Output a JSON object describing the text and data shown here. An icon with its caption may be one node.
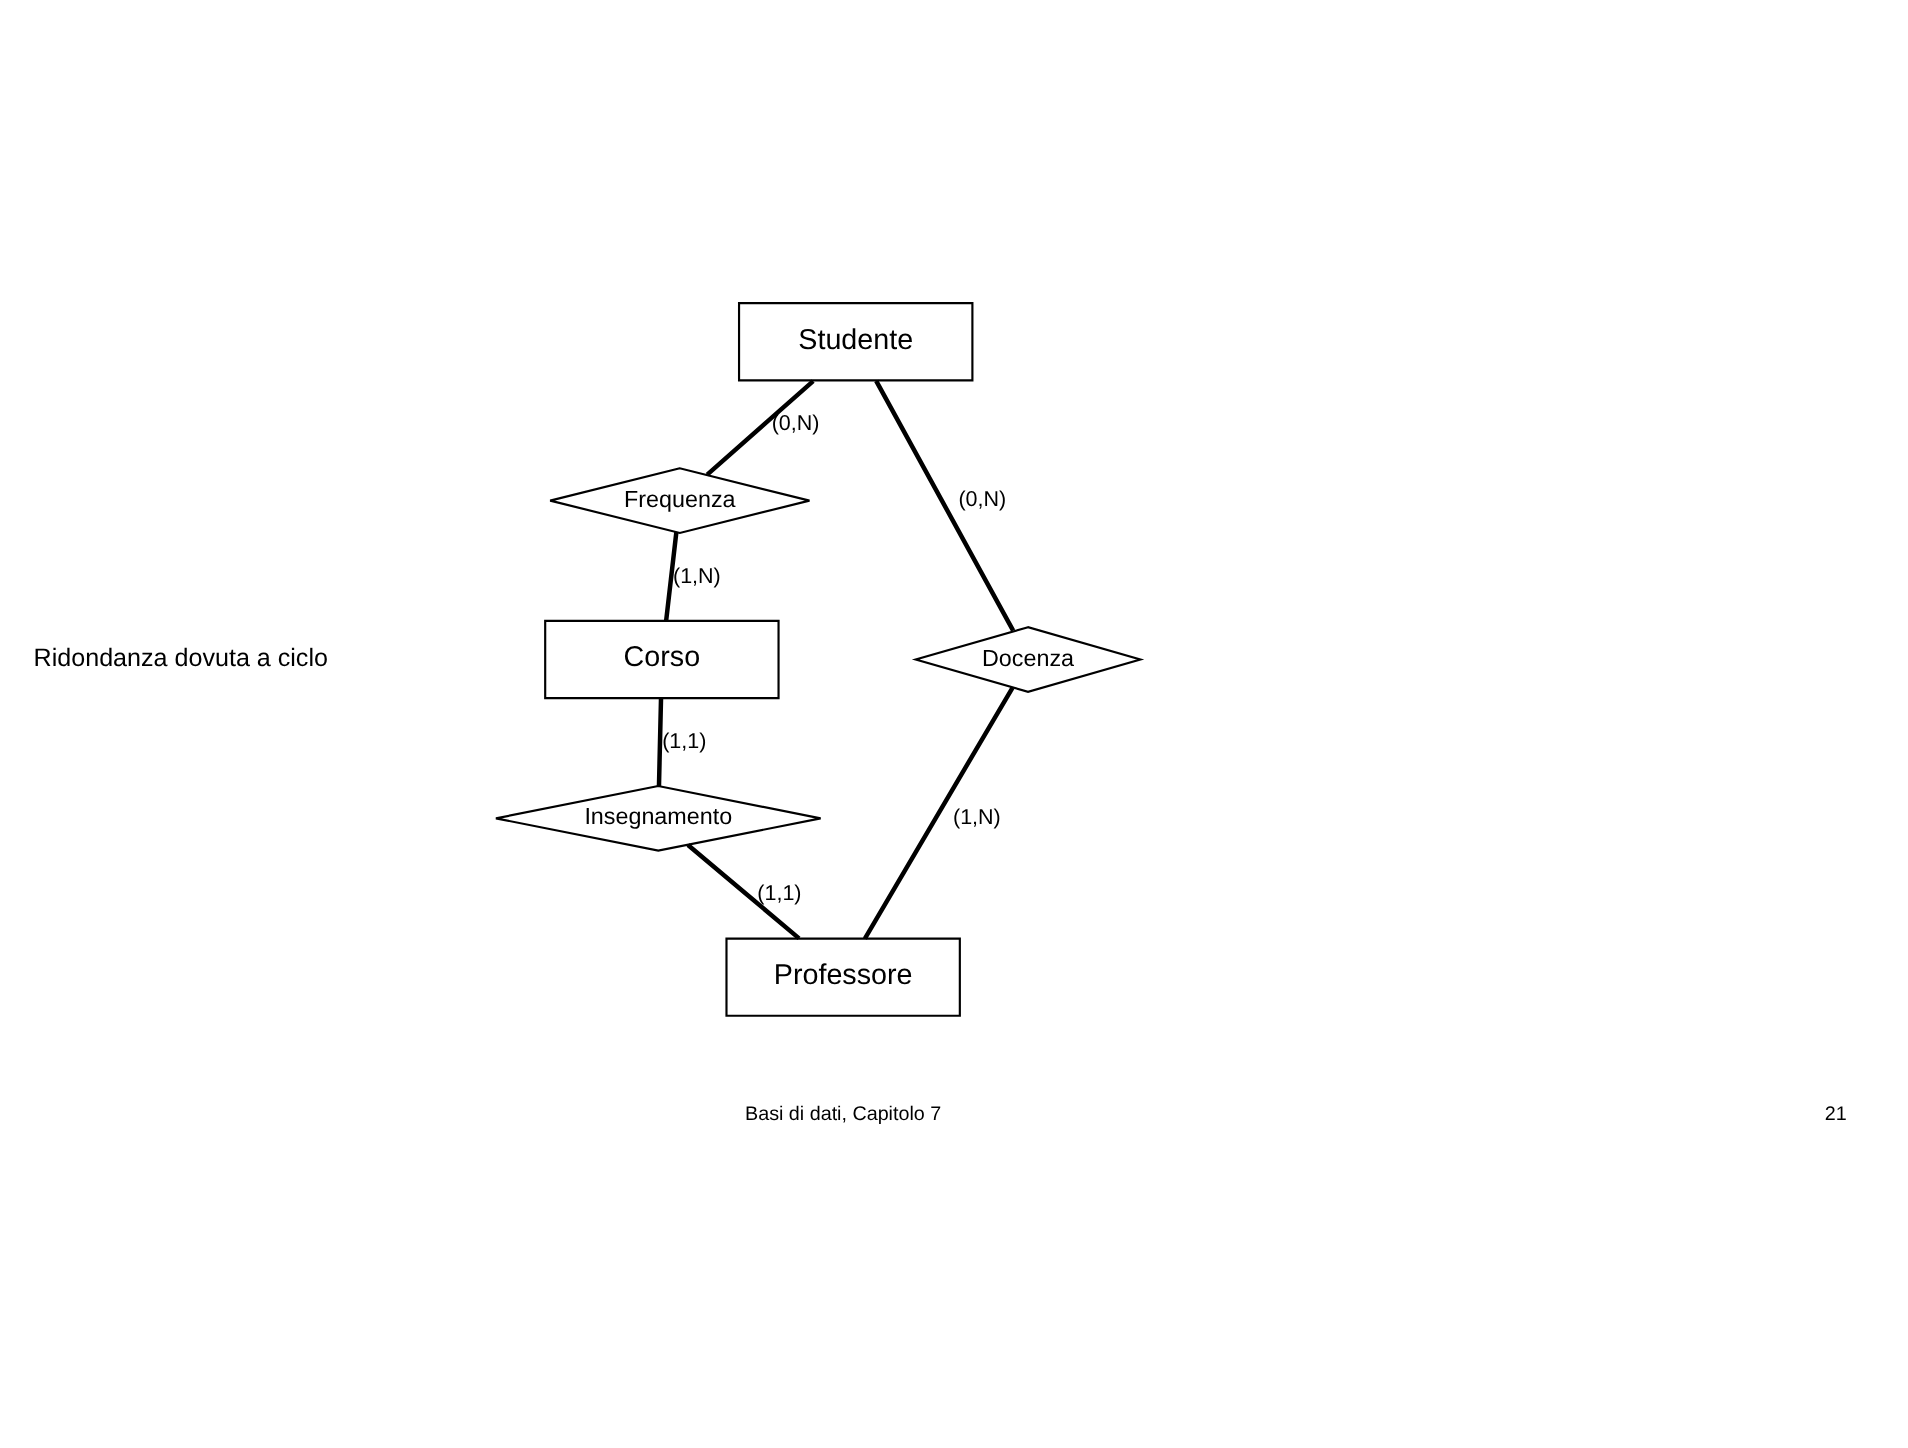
{
  "diagram": {
    "nodes": [
      {
        "text": [
          "Studente"
        ]
      },
      {
        "text": [
          "Frequenza"
        ]
      },
      {
        "text": [
          "Corso"
        ]
      },
      {
        "text": [
          "Insegnamento"
        ]
      },
      {
        "text": [
          "Professore"
        ]
      },
      {
        "text": [
          "Docenza"
        ]
      }
    ],
    "edges": [
      {
        "from": 0,
        "to": 1,
        "arrow": "none",
        "label": "(0,N)"
      },
      {
        "from": 1,
        "to": 2,
        "arrow": "none",
        "label": "(1,N)"
      },
      {
        "from": 2,
        "to": 3,
        "arrow": "none",
        "label": "(1,1)"
      },
      {
        "from": 3,
        "to": 4,
        "arrow": "none",
        "label": "(1,1)"
      },
      {
        "from": 0,
        "to": 5,
        "arrow": "none",
        "label": "(0,N)"
      },
      {
        "from": 5,
        "to": 4,
        "arrow": "none",
        "label": "(1,N)"
      }
    ],
    "labels": [
      "Ridondanza dovuta a ciclo",
      "Basi di dati, Capitolo 7",
      "21"
    ]
  }
}
